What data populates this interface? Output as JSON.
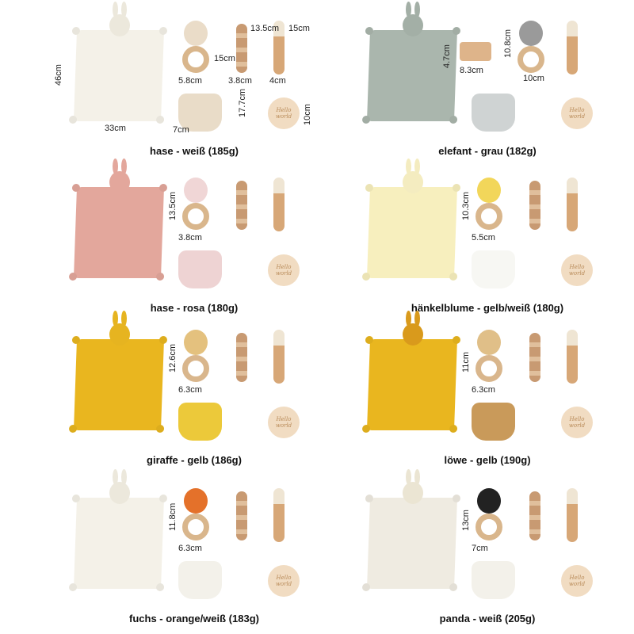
{
  "plaque_text": "Hello world",
  "cells": [
    {
      "caption": "hase - weiß (185g)",
      "blanket": "#f4f1e8",
      "head": "#ece8dc",
      "ring_head": "#eadcc8",
      "socks": "#e9dcc8",
      "dims": {
        "blanket_h": "46cm",
        "blanket_w": "33cm",
        "ring_h": "15cm",
        "ring_w": "5.8cm",
        "rattle_h": "13.5cm",
        "rattle_w": "3.8cm",
        "brush_h": "15cm",
        "brush_w": "4cm",
        "socks_h": "17.7cm",
        "socks_w": "7cm",
        "plaque_d": "10cm"
      }
    },
    {
      "caption": "elefant - grau (182g)",
      "blanket": "#aab6ad",
      "head": "#a3afa6",
      "ring_head": "#9a9a9a",
      "socks": "#cfd3d3",
      "toy": "car",
      "dims": {
        "car_h": "4.7cm",
        "car_w": "8.3cm",
        "ring_h": "10.8cm",
        "ring_w": "10cm"
      }
    },
    {
      "caption": "hase - rosa (180g)",
      "blanket": "#e3a79c",
      "head": "#e3a79c",
      "ring_head": "#f0d6d6",
      "socks": "#eed3d3",
      "dims": {
        "ring_h": "13.5cm",
        "ring_w": "3.8cm"
      }
    },
    {
      "caption": "hänkelblume - gelb/weiß (180g)",
      "blanket": "#f7efbe",
      "head": "#f4ecc0",
      "ring_head": "#f2d65a",
      "socks": "#f7f7f3",
      "dims": {
        "ring_h": "10.3cm",
        "ring_w": "5.5cm"
      }
    },
    {
      "caption": "giraffe - gelb (186g)",
      "blanket": "#e9b61f",
      "head": "#e6b420",
      "ring_head": "#e4c17e",
      "socks": "#ecc93a",
      "dims": {
        "ring_h": "12.6cm",
        "ring_w": "6.3cm"
      }
    },
    {
      "caption": "löwe - gelb (190g)",
      "blanket": "#e9b61f",
      "head": "#d99a1c",
      "ring_head": "#e0bf88",
      "socks": "#c99a5a",
      "dims": {
        "ring_h": "11cm",
        "ring_w": "6.3cm"
      }
    },
    {
      "caption": "fuchs - orange/weiß (183g)",
      "blanket": "#f4f1e8",
      "head": "#ece8dc",
      "ring_head": "#e4712a",
      "socks": "#f3f1ea",
      "dims": {
        "ring_h": "11.8cm",
        "ring_w": "6.3cm"
      }
    },
    {
      "caption": "panda - weiß (205g)",
      "blanket": "#efebe1",
      "head": "#ebe5d3",
      "ring_head": "#222222",
      "socks": "#f3f1ea",
      "dims": {
        "ring_h": "13cm",
        "ring_w": "7cm"
      }
    }
  ]
}
